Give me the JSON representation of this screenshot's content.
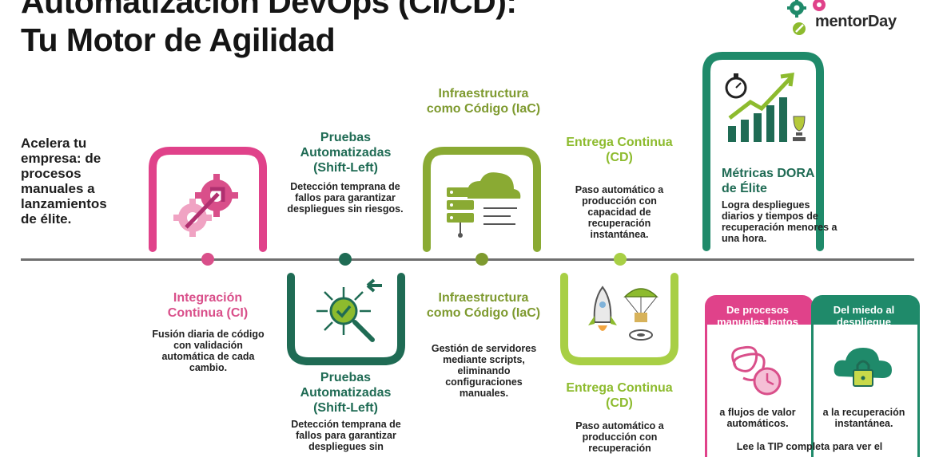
{
  "title_line1": "Automatización DevOps (CI/CD):",
  "title_line2": "Tu Motor de Agilidad",
  "brand": "mentorDay",
  "intro": "Acelera tu empresa: de procesos manuales a lanzamientos de élite.",
  "colors": {
    "pink": "#d94f8a",
    "dark_green": "#1f6b54",
    "olive": "#7e9a2f",
    "lime": "#8dbb2e",
    "teal": "#1f8a6a"
  },
  "stages": {
    "ci": {
      "title": "Integración Continua (CI)",
      "desc": "Fusión diaria de código con validación automática de cada cambio.",
      "icon": "gears-arrow-icon"
    },
    "tests_top": {
      "title": "Pruebas Automatizadas (Shift-Left)",
      "desc": "Detección temprana de fallos para garantizar despliegues sin riesgos."
    },
    "tests_bottom": {
      "title": "Pruebas Automatizadas (Shift-Left)",
      "desc": "Detección temprana de fallos para garantizar despliegues sin",
      "icon": "circuit-check-icon"
    },
    "iac_top": {
      "title": "Infraestructura como Código (IaC)",
      "icon": "cloud-servers-icon"
    },
    "iac_bottom": {
      "title": "Infraestructura como Código (IaC)",
      "desc": "Gestión de servidores mediante scripts, eliminando configuraciones manuales."
    },
    "cd_top": {
      "title": "Entrega Continua (CD)",
      "desc": "Paso automático a producción con capacidad de recuperación instantánea."
    },
    "cd_bottom": {
      "title": "Entrega Continua (CD)",
      "desc": "Paso automático a producción con recuperación",
      "icon": "rocket-parachute-icon"
    },
    "dora": {
      "title": "Métricas DORA de Élite",
      "desc": "Logra despliegues diarios y tiempos de recuperación menores a una hora.",
      "icon": "growth-chart-icon"
    }
  },
  "cards": {
    "left": {
      "header": "De procesos manuales lentos",
      "caption": "a flujos de valor automáticos.",
      "icon": "tangled-clock-icon"
    },
    "right": {
      "header": "Del miedo al despliegue",
      "caption": "a la recuperación instantánea.",
      "icon": "cloud-lock-icon"
    },
    "footer": "Lee la TIP completa para ver el"
  }
}
